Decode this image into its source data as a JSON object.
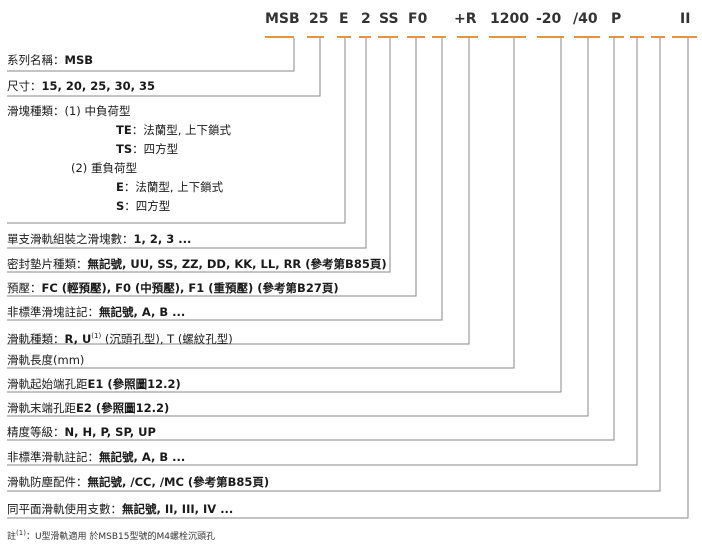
{
  "colors": {
    "dash": "#e8923a",
    "line": "#8a8a8a",
    "text": "#1a1a1a"
  },
  "code_segments": [
    {
      "id": "series",
      "text": "MSB"
    },
    {
      "id": "size",
      "text": "25"
    },
    {
      "id": "block_type",
      "text": "E"
    },
    {
      "id": "blocks_per_rail",
      "text": "2"
    },
    {
      "id": "seal",
      "text": "SS"
    },
    {
      "id": "preload",
      "text": "F0"
    },
    {
      "id": "dash1",
      "text": ""
    },
    {
      "id": "rail_type",
      "text": "+R"
    },
    {
      "id": "rail_length",
      "text": "1200"
    },
    {
      "id": "e1",
      "text": "-20"
    },
    {
      "id": "e2",
      "text": "/40"
    },
    {
      "id": "precision",
      "text": "P"
    },
    {
      "id": "dash2",
      "text": ""
    },
    {
      "id": "dash3",
      "text": ""
    },
    {
      "id": "parallel",
      "text": "II"
    }
  ],
  "rows": [
    {
      "label": "系列名稱：",
      "value": "MSB"
    },
    {
      "label": "尺寸：",
      "value": "15, 20, 25, 30, 35"
    },
    {
      "label": "滑塊種類：",
      "value": "(1) 中負荷型"
    },
    {
      "label": "TE",
      "value": "：法蘭型, 上下鎖式"
    },
    {
      "label": "TS",
      "value": "：四方型"
    },
    {
      "label": "",
      "value": "(2) 重負荷型"
    },
    {
      "label": "E",
      "value": "：法蘭型, 上下鎖式"
    },
    {
      "label": "S",
      "value": "：四方型"
    },
    {
      "label": "單支滑軌組裝之滑塊數：",
      "value": "1, 2, 3 ..."
    },
    {
      "label": "密封墊片種類：",
      "value": "無記號, UU, SS, ZZ, DD, KK, LL, RR (參考第B85頁)"
    },
    {
      "label": "預壓：",
      "value": "FC (輕預壓),  F0 (中預壓),  F1 (重預壓)  (參考第B27頁)"
    },
    {
      "label": "非標準滑塊註記：",
      "value": "無記號, A, B ..."
    },
    {
      "label": "滑軌種類：",
      "value": "R, U"
    },
    {
      "label": "(1)",
      "value": " (沉頭孔型), T (螺紋孔型)"
    },
    {
      "label": "滑軌長度",
      "value": "(mm)"
    },
    {
      "label": "滑軌起始端孔距",
      "value": "E1 (參照圖12.2)"
    },
    {
      "label": "滑軌末端孔距",
      "value": "E2 (參照圖12.2)"
    },
    {
      "label": "精度等級：",
      "value": "N, H, P, SP, UP"
    },
    {
      "label": "非標準滑軌註記：",
      "value": "無記號, A, B ..."
    },
    {
      "label": "滑軌防塵配件：",
      "value": "無記號, /CC, /MC (參考第B85頁)"
    },
    {
      "label": "同平面滑軌使用支數：",
      "value": "無記號, II, III, IV ..."
    }
  ],
  "note": {
    "marker": "註",
    "sup": "(1)",
    "text": "：U型滑軌適用 於MSB15型號的M4螺栓沉頭孔"
  }
}
